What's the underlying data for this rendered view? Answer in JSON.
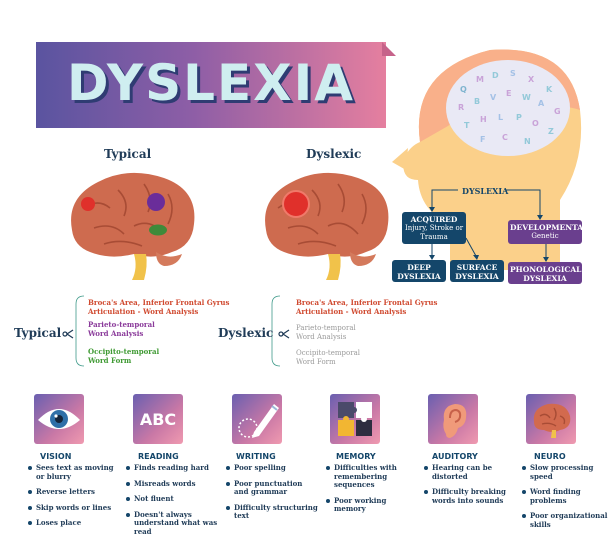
{
  "title": "DYSLEXIA",
  "brain_labels": {
    "typical": "Typical",
    "dyslexic": "Dyslexic"
  },
  "flowchart": {
    "root": "DYSLEXIA",
    "acquired": {
      "title": "ACQUIRED",
      "sub": "Injury, Stroke or Trauma"
    },
    "developmental": {
      "title": "DEVELOPMENTAL",
      "sub": "Genetic"
    },
    "deep": "DEEP DYSLEXIA",
    "surface": "SURFACE DYSLEXIA",
    "phonological": "PHONOLOGICAL DYSLEXIA"
  },
  "regions": {
    "typical": {
      "label": "Typical",
      "items": [
        {
          "area": "Broca's Area, Inferior Frontal Gyrus",
          "function": "Articulation - Word Analysis"
        },
        {
          "area": "Parieto-temporal",
          "function": "Word Analysis"
        },
        {
          "area": "Occipito-temporal",
          "function": "Word Form"
        }
      ]
    },
    "dyslexic": {
      "label": "Dyslexic",
      "items": [
        {
          "area": "Broca's Area, Inferior Frontal Gyrus",
          "function": "Articulation - Word Analysis"
        },
        {
          "area": "Parieto-temporal",
          "function": "Word Analysis"
        },
        {
          "area": "Occipito-temporal",
          "function": "Word Form"
        }
      ]
    }
  },
  "categories": [
    {
      "name": "VISION",
      "icon": "eye-icon",
      "items": [
        "Sees text as moving or blurry",
        "Reverse letters",
        "Skip words or lines",
        "Loses place"
      ]
    },
    {
      "name": "READING",
      "icon": "abc-icon",
      "icon_text": "ABC",
      "items": [
        "Finds reading hard",
        "Misreads words",
        "Not fluent",
        "Doesn't always understand what was read"
      ]
    },
    {
      "name": "WRITING",
      "icon": "pencil-icon",
      "items": [
        "Poor spelling",
        "Poor punctuation and grammar",
        "Difficulty structuring text"
      ]
    },
    {
      "name": "MEMORY",
      "icon": "puzzle-icon",
      "items": [
        "Difficulties with remembering sequences",
        "Poor working memory"
      ]
    },
    {
      "name": "AUDITORY",
      "icon": "ear-icon",
      "items": [
        "Hearing can be distorted",
        "Difficulty breaking words into sounds"
      ]
    },
    {
      "name": "NEURO",
      "icon": "brain-icon",
      "items": [
        "Slow processing speed",
        "Word finding problems",
        "Poor organizational skills"
      ]
    }
  ]
}
